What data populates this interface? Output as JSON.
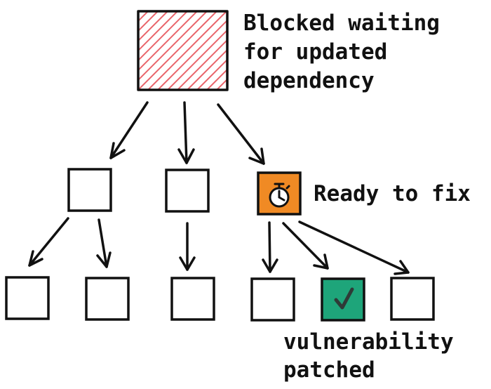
{
  "labels": {
    "blocked_line1": "Blocked waiting",
    "blocked_line2": "for updated",
    "blocked_line3": "dependency",
    "ready": "Ready to fix",
    "patched_line1": "vulnerability",
    "patched_line2": "patched"
  },
  "colors": {
    "ink": "#111111",
    "hatch": "#e9646a",
    "ready_fill": "#f08a24",
    "patched_fill": "#1ea57a",
    "node_fill": "#ffffff"
  },
  "icons": {
    "ready_node": "stopwatch-icon",
    "patched_node": "checkmark-icon"
  }
}
